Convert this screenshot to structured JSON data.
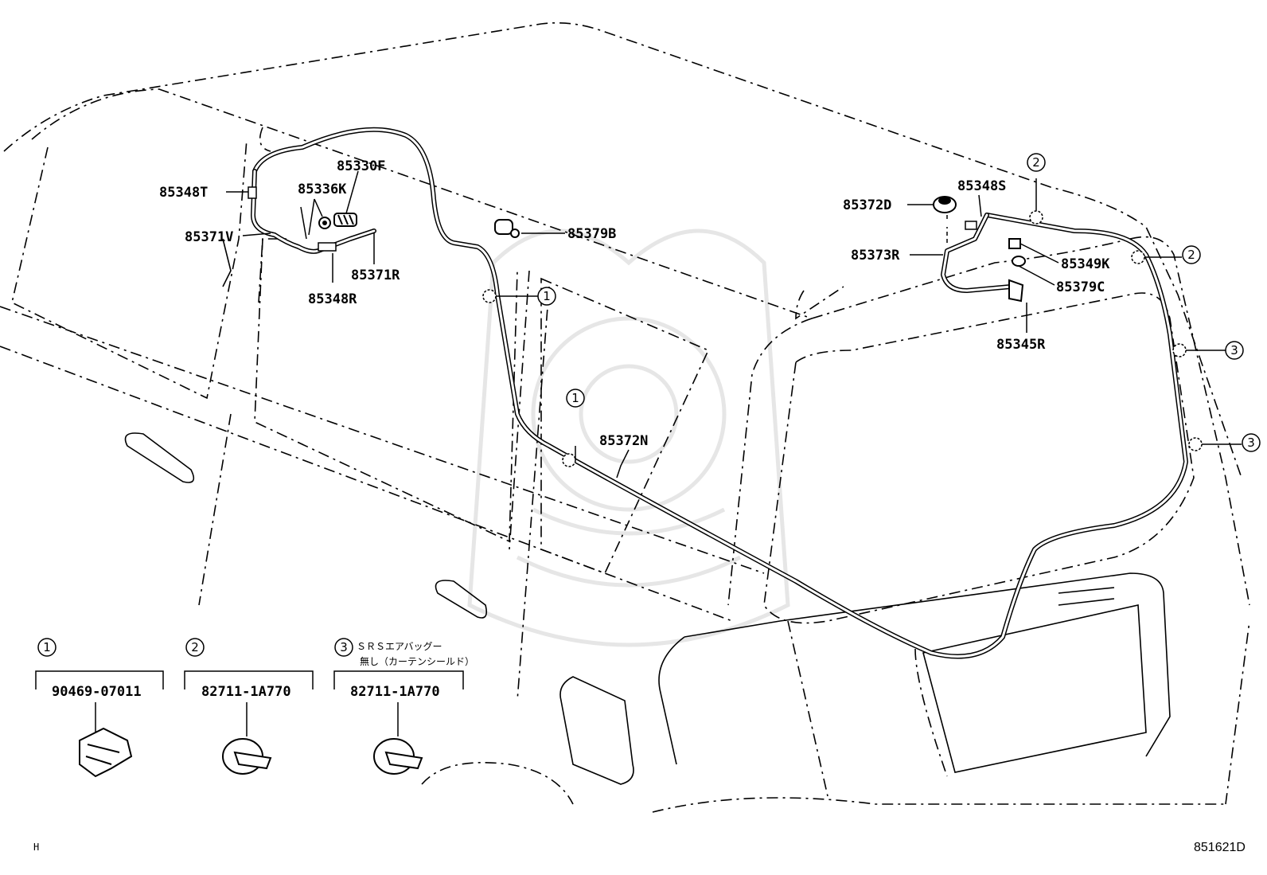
{
  "parts": {
    "p85330F": "85330F",
    "p85348T": "85348T",
    "p85336K": "85336K",
    "p85371V": "85371V",
    "p85371R": "85371R",
    "p85348R": "85348R",
    "p85379B": "85379B",
    "p85372N": "85372N",
    "p85372D": "85372D",
    "p85348S": "85348S",
    "p85373R": "85373R",
    "p85349K": "85349K",
    "p85379C": "85379C",
    "p85345R": "85345R"
  },
  "callouts": {
    "c1": "1",
    "c2": "2",
    "c3": "3"
  },
  "legend": {
    "item1": {
      "number": "1",
      "part": "90469-07011"
    },
    "item2": {
      "number": "2",
      "part": "82711-1A770"
    },
    "item3": {
      "number": "3",
      "part": "82711-1A770",
      "note_line1": "ＳＲＳエアバッグー",
      "note_line2": "無し（カーテンシールド）"
    }
  },
  "footer": {
    "left_mark": "H",
    "diagram_id": "851621D"
  }
}
